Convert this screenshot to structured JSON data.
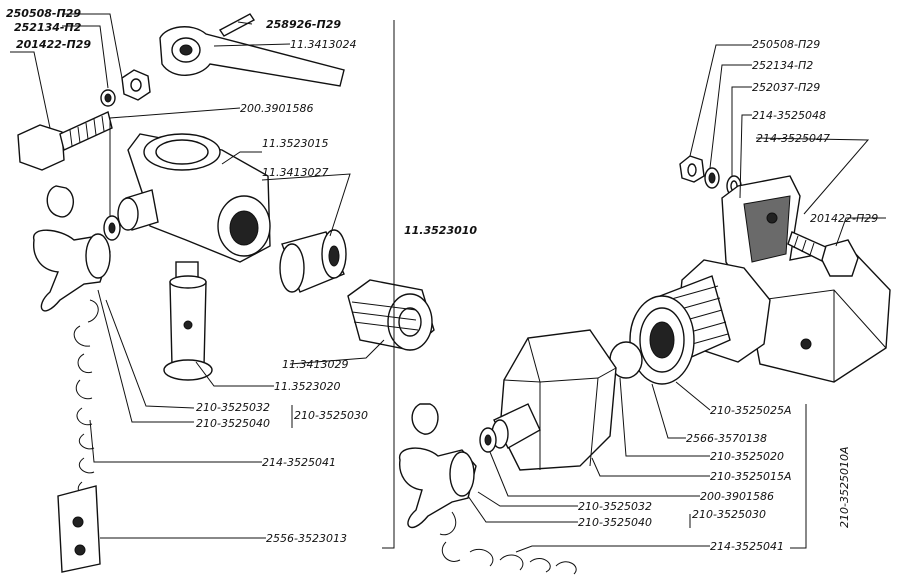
{
  "left_assembly": {
    "nut": "250508-П29",
    "washer": "252134-П2",
    "bolt": "201422-П29",
    "pin": "258926-П29",
    "handle": "11.3413024",
    "gasket_200": "200.3901586",
    "body": "11.3523015",
    "plug": "11.3413027",
    "assembly": "11.3523010",
    "fitting": "11.3413029",
    "valve": "11.3523020",
    "cap_nut": "210-3525032",
    "cap_assembly": "210-3525030",
    "cap_gasket": "210-3525040",
    "chain": "214-3525041",
    "bracket": "2556-3523013"
  },
  "right_assembly": {
    "nut": "250508-П29",
    "washer": "252134-П2",
    "lock_washer": "252037-П29",
    "spacer": "214-3525048",
    "bracket": "214-3525047",
    "bolt": "201422-П29",
    "hex_body": "210-3525025А",
    "gasket_ring": "2566-3570138",
    "ball": "210-3525020",
    "coupler": "210-3525015А",
    "gasket_200": "200-3901586",
    "cap_nut": "210-3525032",
    "cap_gasket": "210-3525040",
    "cap_assembly": "210-3525030",
    "chain": "214-3525041",
    "assembly": "210-3525010А"
  }
}
